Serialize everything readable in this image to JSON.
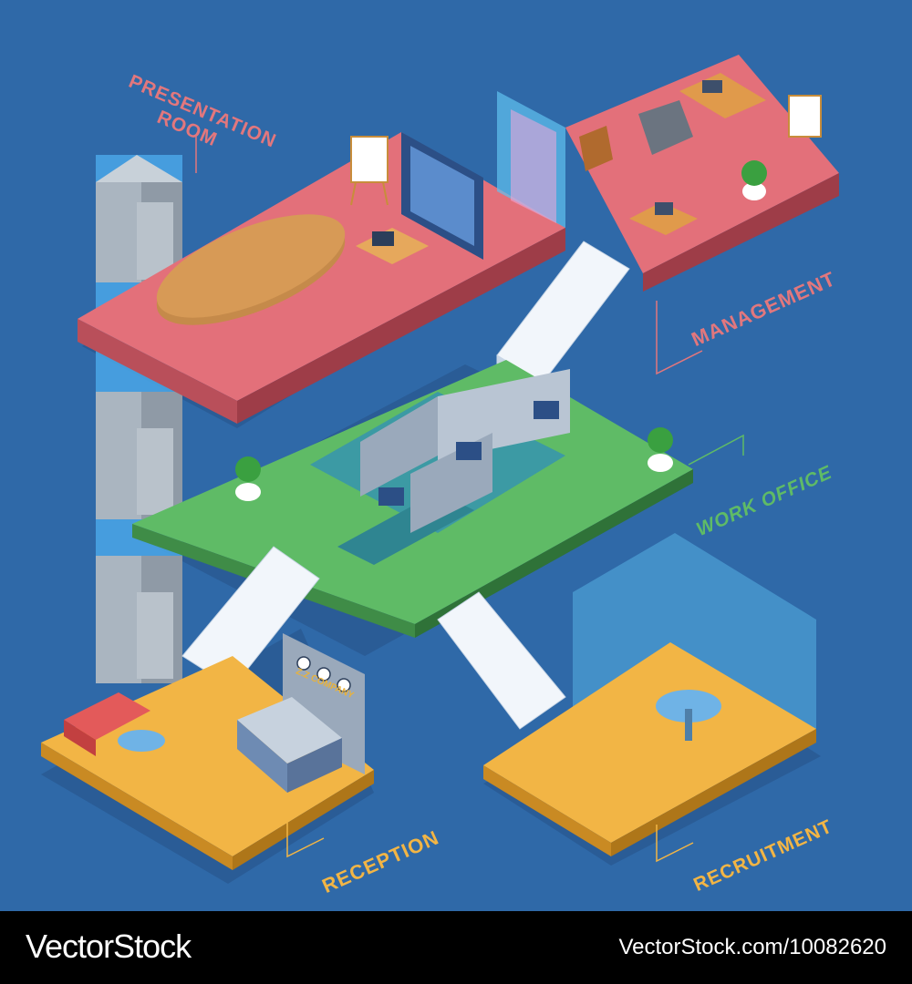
{
  "labels": {
    "presentation_line1": "PRESENTATION",
    "presentation_line2": "ROOM",
    "management": "MANAGEMENT",
    "work_office": "WORK OFFICE",
    "reception": "RECEPTION",
    "recruitment": "RECRUITMENT",
    "company_sign": "Z.Z COMPANY"
  },
  "footer": {
    "brand": "VectorStock",
    "image_id": "VectorStock.com/10082620"
  },
  "colors": {
    "background": "#2f69a8",
    "pink_floor": "#e3707a",
    "green_floor": "#5fbb66",
    "orange_floor": "#f2b545",
    "footer": "#000000"
  }
}
